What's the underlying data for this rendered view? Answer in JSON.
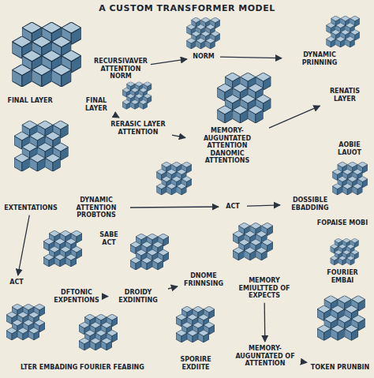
{
  "diagram": {
    "title": "A CUSTOM TRANSFORMER MODEL",
    "nodes": [
      {
        "text": [
          "FINAL LAYER"
        ]
      },
      {
        "text": [
          "RECURSIVAVER ATTENTION NORM"
        ]
      },
      {
        "text": [
          "NORM"
        ]
      },
      {
        "text": [
          "DYNAMIC PRINNING"
        ]
      },
      {
        "text": [
          "FINAL LAYER"
        ]
      },
      {
        "text": [
          "RERASIC LAYER ATTENTION"
        ]
      },
      {
        "text": [
          "RENATIS LAYER"
        ]
      },
      {
        "text": [
          "MEMORY-AUGUNTATED ATTENTION",
          "DANOMIC ATTENTIONS"
        ]
      },
      {
        "text": [
          "AOBIE LAUOT"
        ]
      },
      {
        "text": [
          "EXTENTATIONS"
        ]
      },
      {
        "text": [
          "DYNAMIC ATTENTION PROBTONS"
        ]
      },
      {
        "text": [
          "ACT"
        ]
      },
      {
        "text": [
          "DOSSIBLE EBADDING"
        ]
      },
      {
        "text": [
          "FOPAISE MOBI"
        ]
      },
      {
        "text": [
          "SABE ACT"
        ]
      },
      {
        "text": [
          "ACT"
        ]
      },
      {
        "text": [
          "DFTONIC EXPENTIONS"
        ]
      },
      {
        "text": [
          "DROIDY EXDINTING"
        ]
      },
      {
        "text": [
          "DNOME FRINNSING"
        ]
      },
      {
        "text": [
          "MEMORY EMIULTTED OF EXPECTS"
        ]
      },
      {
        "text": [
          "FOURIER EMBAI"
        ]
      },
      {
        "text": [
          "LTER EMBADING FOURIER FEABING"
        ]
      },
      {
        "text": [
          "SPORIRE EXDIITE"
        ]
      },
      {
        "text": [
          "MEMORY-AUGUNTATED OF ATTENTION"
        ]
      },
      {
        "text": [
          "TOKEN PRUNBIN"
        ]
      }
    ],
    "edges": [
      {
        "from": 1,
        "to": 2,
        "arrow": "to"
      },
      {
        "from": 2,
        "to": 3,
        "arrow": "to"
      },
      {
        "from": 4,
        "to": 5,
        "arrow": "to"
      },
      {
        "from": 5,
        "to": 7,
        "arrow": "to"
      },
      {
        "from": 7,
        "to": 6,
        "arrow": "to"
      },
      {
        "from": 9,
        "to": 15,
        "arrow": "to"
      },
      {
        "from": 10,
        "to": 11,
        "arrow": "to"
      },
      {
        "from": 11,
        "to": 12,
        "arrow": "to"
      },
      {
        "from": 16,
        "to": 17,
        "arrow": "to"
      },
      {
        "from": 17,
        "to": 18,
        "arrow": "to"
      },
      {
        "from": 19,
        "to": 23,
        "arrow": "to"
      },
      {
        "from": 23,
        "to": 24,
        "arrow": "to"
      }
    ]
  }
}
